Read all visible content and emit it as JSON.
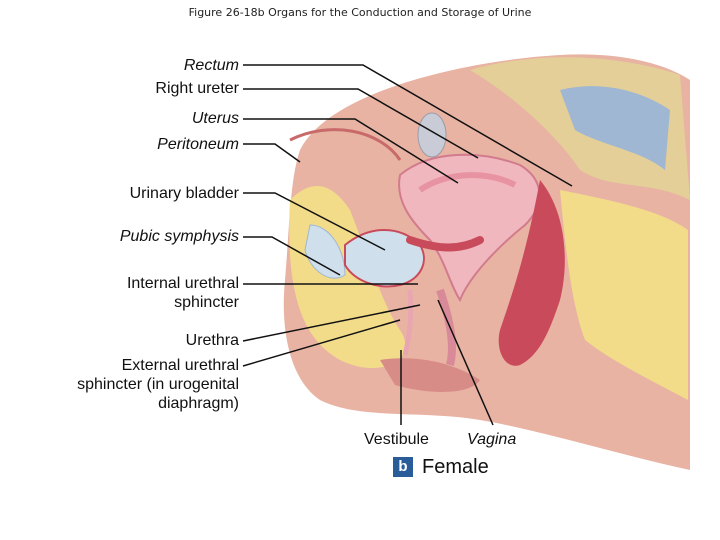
{
  "figure_title": "Figure 26-18b  Organs for the Conduction and Storage of Urine",
  "labels": {
    "rectum": "Rectum",
    "right_ureter": "Right ureter",
    "uterus": "Uterus",
    "peritoneum": "Peritoneum",
    "urinary_bladder": "Urinary bladder",
    "pubic_symphysis": "Pubic symphysis",
    "internal_sphincter_1": "Internal urethral",
    "internal_sphincter_2": "sphincter",
    "urethra": "Urethra",
    "external_sphincter_1": "External urethral",
    "external_sphincter_2": "sphincter (in urogenital",
    "external_sphincter_3": "diaphragm)",
    "vestibule": "Vestibule",
    "vagina": "Vagina"
  },
  "panel": {
    "letter": "b",
    "caption": "Female"
  },
  "colors": {
    "badge": "#2a5c9a",
    "skin": "#e8b3a3",
    "fat": "#f2dc8a",
    "muscle": "#c94a5a",
    "bladder": "#cfe0ec"
  }
}
